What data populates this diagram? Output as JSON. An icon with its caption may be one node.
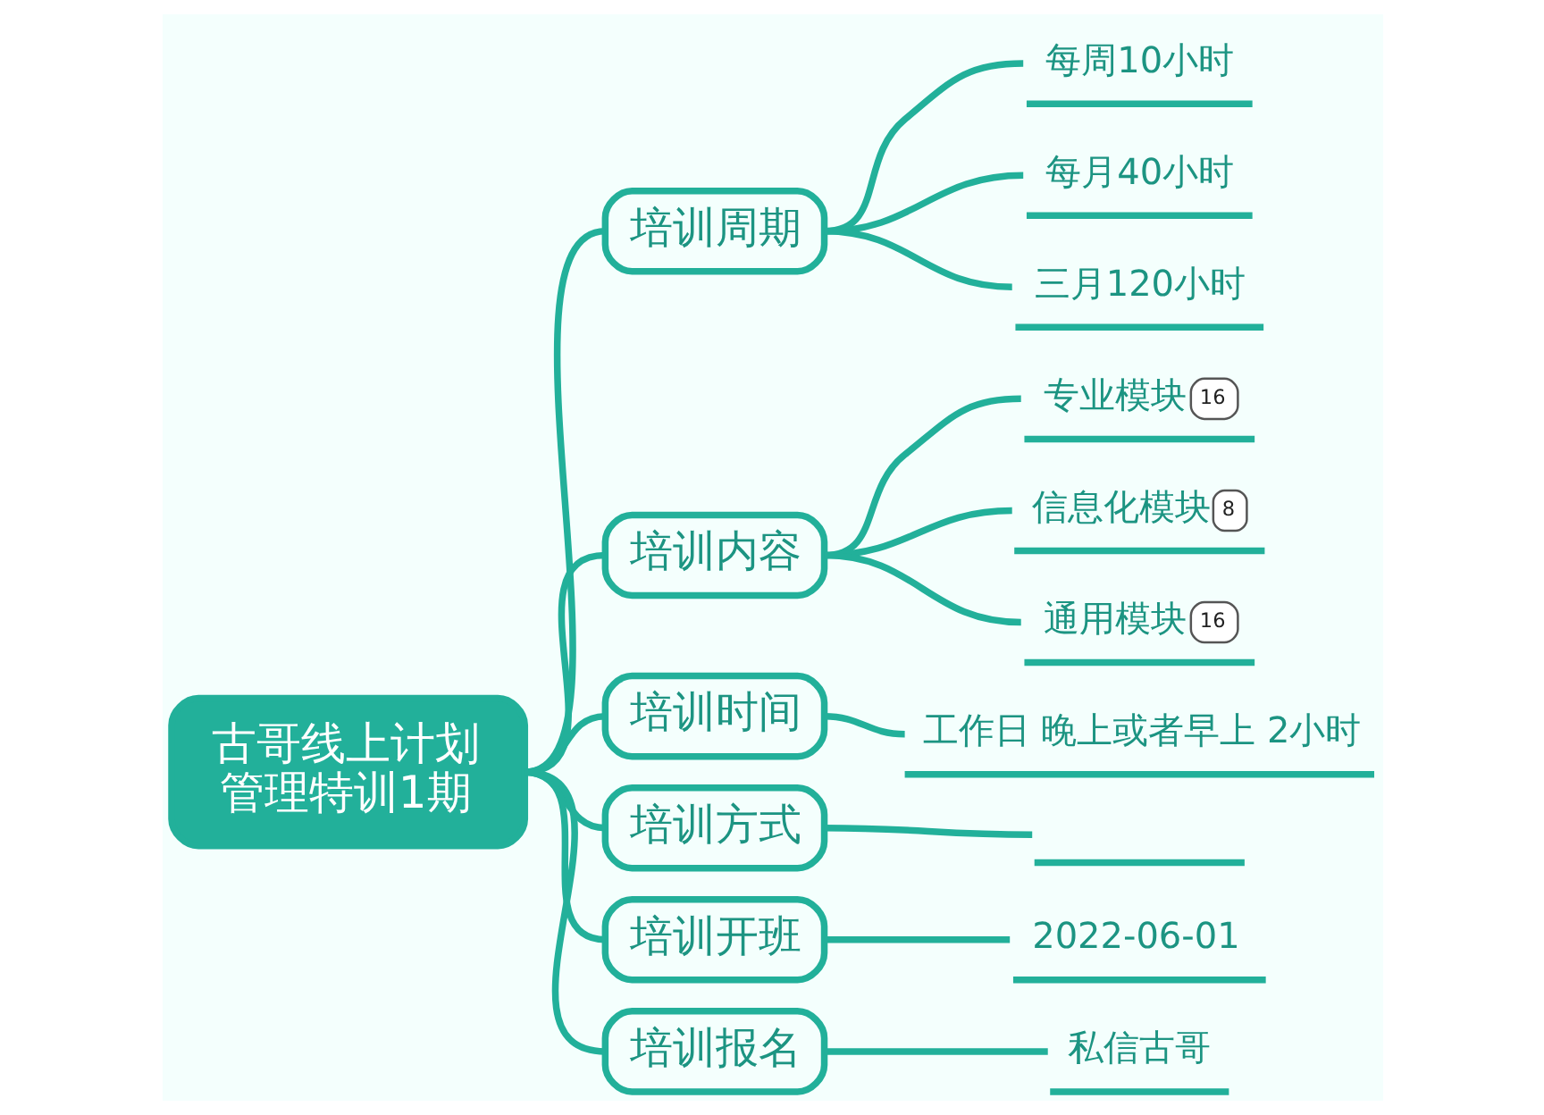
{
  "diagram": {
    "nodes": [
      {
        "text": [
          "古哥线上计划管理特训1期"
        ]
      },
      {
        "text": [
          "培训周期"
        ]
      },
      {
        "text": [
          "每周10小时"
        ]
      },
      {
        "text": [
          "每月40小时"
        ]
      },
      {
        "text": [
          "三月120小时"
        ]
      },
      {
        "text": [
          "培训内容"
        ]
      },
      {
        "text": [
          "专业模块",
          "16"
        ]
      },
      {
        "text": [
          "信息化模块",
          "8"
        ]
      },
      {
        "text": [
          "通用模块",
          "16"
        ]
      },
      {
        "text": [
          "培训时间"
        ]
      },
      {
        "text": [
          "工作日 晚上或者早上 2小时"
        ]
      },
      {
        "text": [
          "培训方式"
        ]
      },
      {
        "text": [],
        "shape": "line"
      },
      {
        "text": [
          "培训开班"
        ]
      },
      {
        "text": [
          "2022-06-01"
        ]
      },
      {
        "text": [
          "培训报名"
        ]
      },
      {
        "text": [
          "私信古哥"
        ]
      }
    ],
    "edges": [
      {
        "from": 0,
        "to": 1,
        "arrow": "none"
      },
      {
        "from": 0,
        "to": 5,
        "arrow": "none"
      },
      {
        "from": 0,
        "to": 9,
        "arrow": "none"
      },
      {
        "from": 0,
        "to": 11,
        "arrow": "none"
      },
      {
        "from": 0,
        "to": 13,
        "arrow": "none"
      },
      {
        "from": 0,
        "to": 15,
        "arrow": "none"
      },
      {
        "from": 1,
        "to": 2,
        "arrow": "none"
      },
      {
        "from": 1,
        "to": 3,
        "arrow": "none"
      },
      {
        "from": 1,
        "to": 4,
        "arrow": "none"
      },
      {
        "from": 5,
        "to": 6,
        "arrow": "none"
      },
      {
        "from": 5,
        "to": 7,
        "arrow": "none"
      },
      {
        "from": 5,
        "to": 8,
        "arrow": "none"
      },
      {
        "from": 9,
        "to": 10,
        "arrow": "none"
      },
      {
        "from": 11,
        "to": 12,
        "arrow": "none"
      },
      {
        "from": 13,
        "to": 14,
        "arrow": "none"
      },
      {
        "from": 15,
        "to": 16,
        "arrow": "none"
      }
    ]
  }
}
